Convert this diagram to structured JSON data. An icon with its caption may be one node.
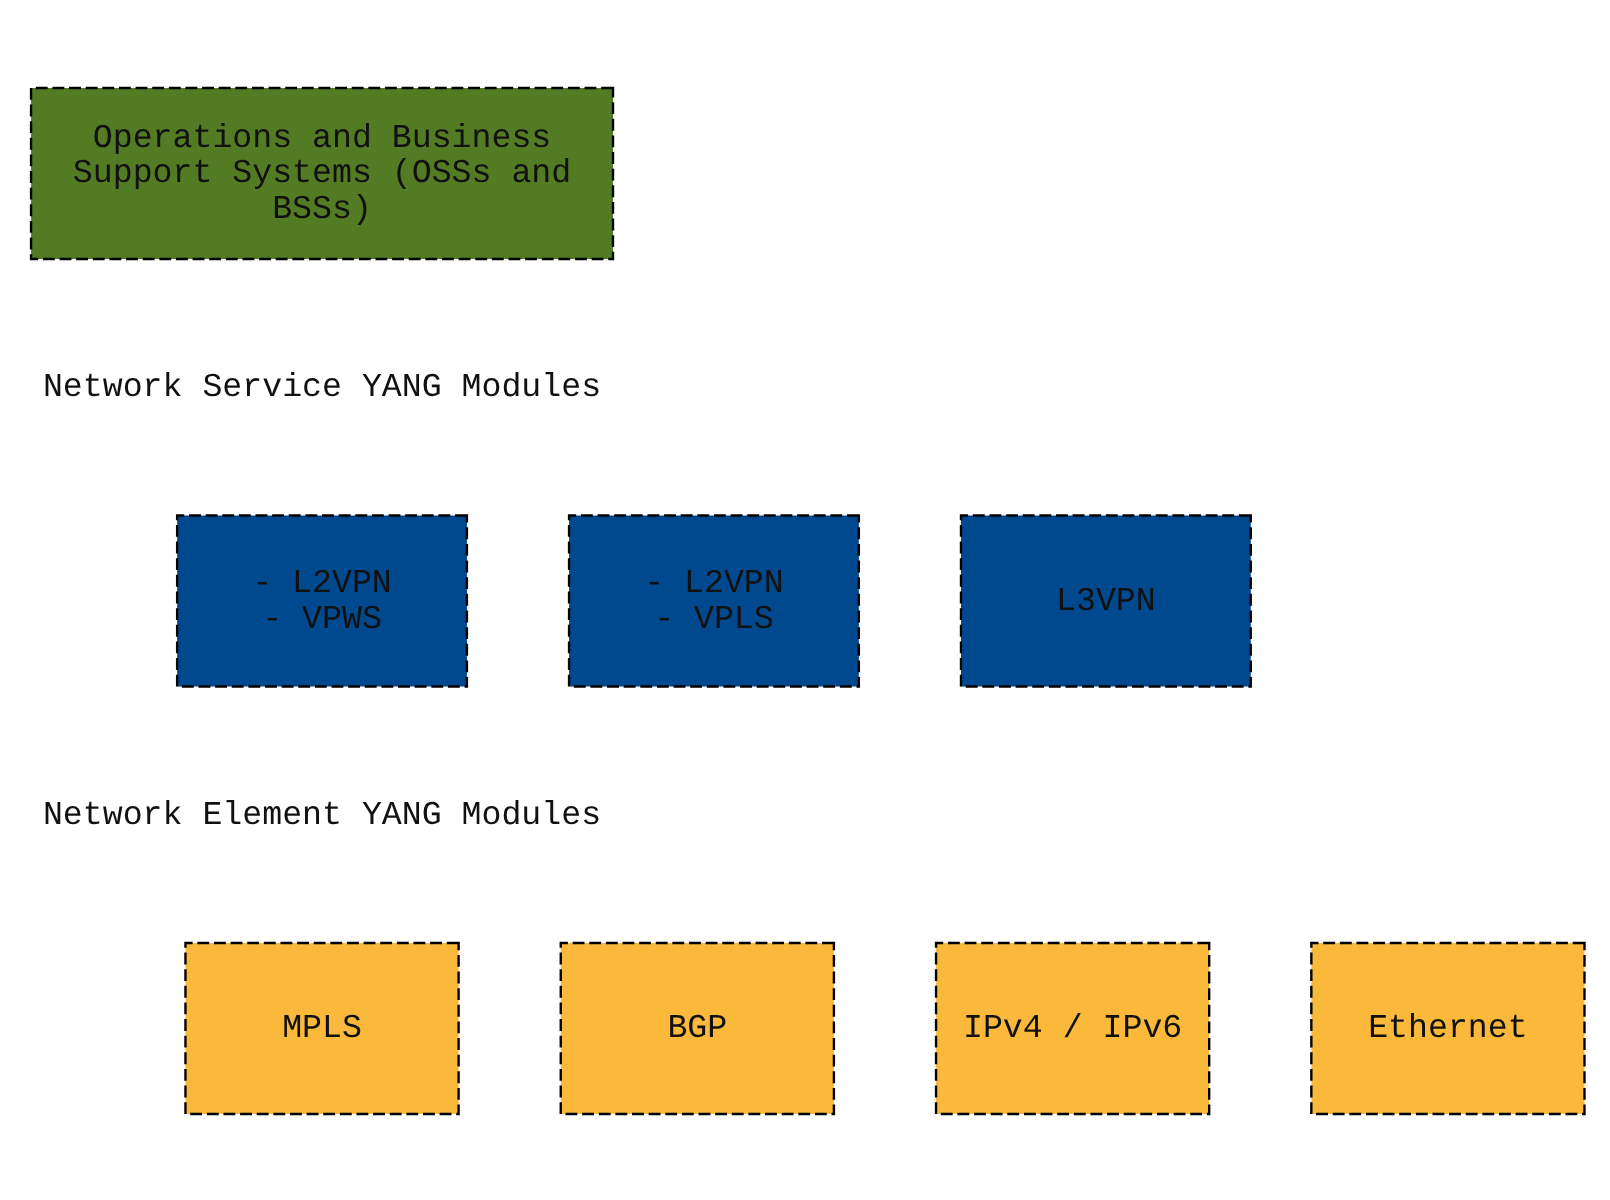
{
  "diagram": {
    "nodes": [
      {
        "text": [
          "Operations and Business Support Systems (OSSs and BSSs)"
        ]
      },
      {
        "text": [
          "- L2VPN",
          "- VPWS"
        ]
      },
      {
        "text": [
          "- L2VPN",
          "- VPLS"
        ]
      },
      {
        "text": [
          "L3VPN"
        ]
      },
      {
        "text": [
          "MPLS"
        ]
      },
      {
        "text": [
          "BGP"
        ]
      },
      {
        "text": [
          "IPv4 / IPv6"
        ]
      },
      {
        "text": [
          "Ethernet"
        ]
      }
    ],
    "labels": [
      "Network Service YANG Modules",
      "Network Element YANG Modules"
    ]
  }
}
